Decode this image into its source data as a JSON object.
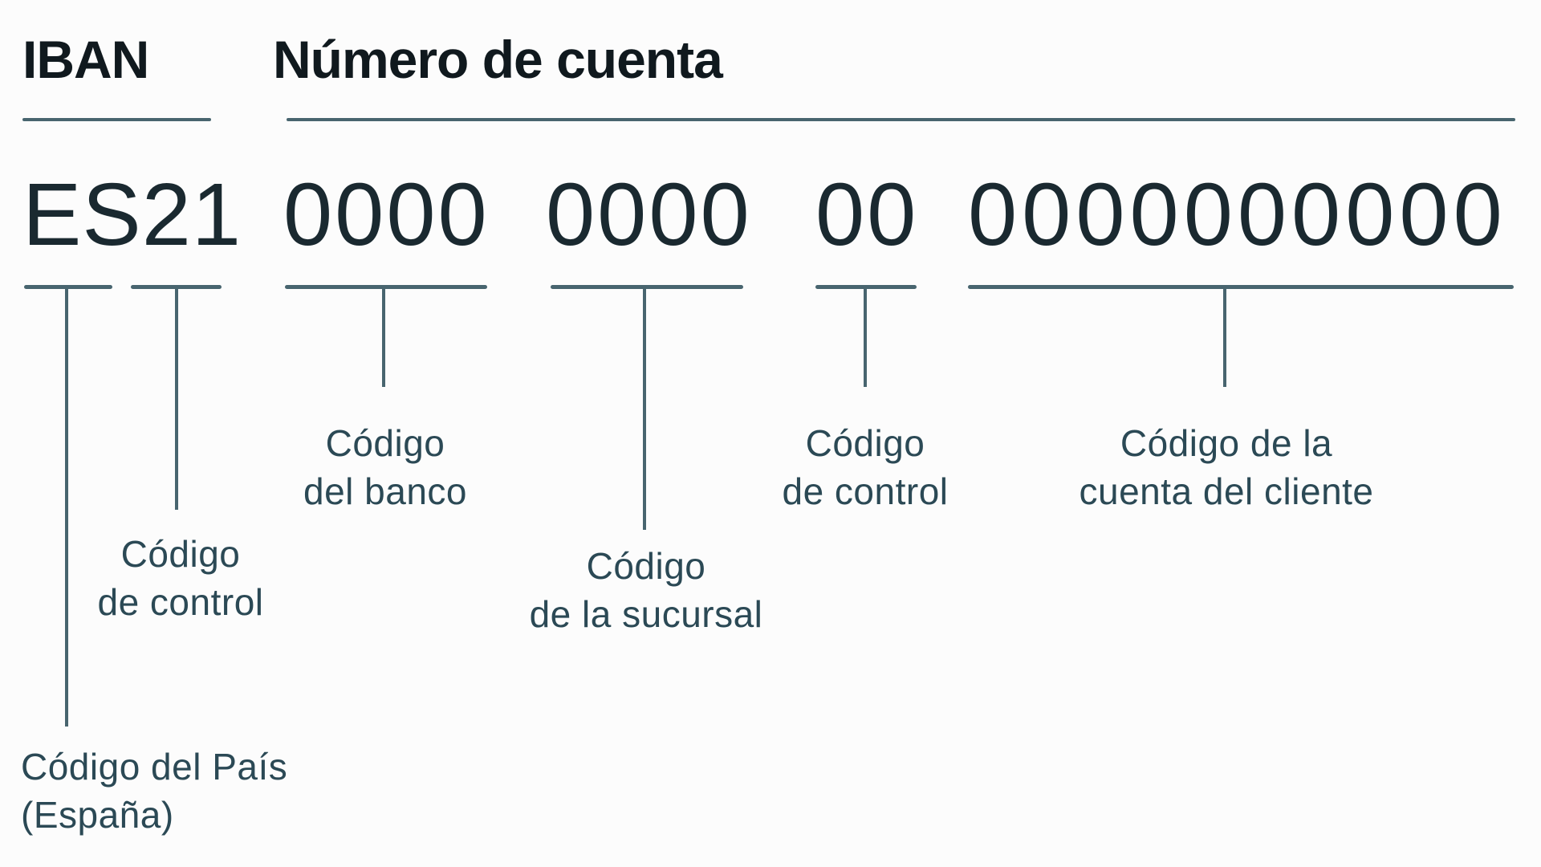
{
  "header": {
    "iban": "IBAN",
    "account_number": "Número de cuenta"
  },
  "iban_example": "ES21 0000 0000 00 0000000000",
  "segments": [
    {
      "code": "ES",
      "label_lines": [
        "Código del País",
        "(España)"
      ]
    },
    {
      "code": "21",
      "label_lines": [
        "Código",
        "de control"
      ]
    },
    {
      "code": "0000",
      "label_lines": [
        "Código",
        "del banco"
      ]
    },
    {
      "code": "0000",
      "label_lines": [
        "Código",
        "de la sucursal"
      ]
    },
    {
      "code": "00",
      "label_lines": [
        "Código",
        "de control"
      ]
    },
    {
      "code": "0000000000",
      "label_lines": [
        "Código de la",
        "cuenta del cliente"
      ]
    }
  ],
  "colors": {
    "line": "#48656f",
    "label_text": "#2b4955",
    "heading_text": "#10191e",
    "digit_text": "#1a2930",
    "background": "#fcfcfc"
  }
}
